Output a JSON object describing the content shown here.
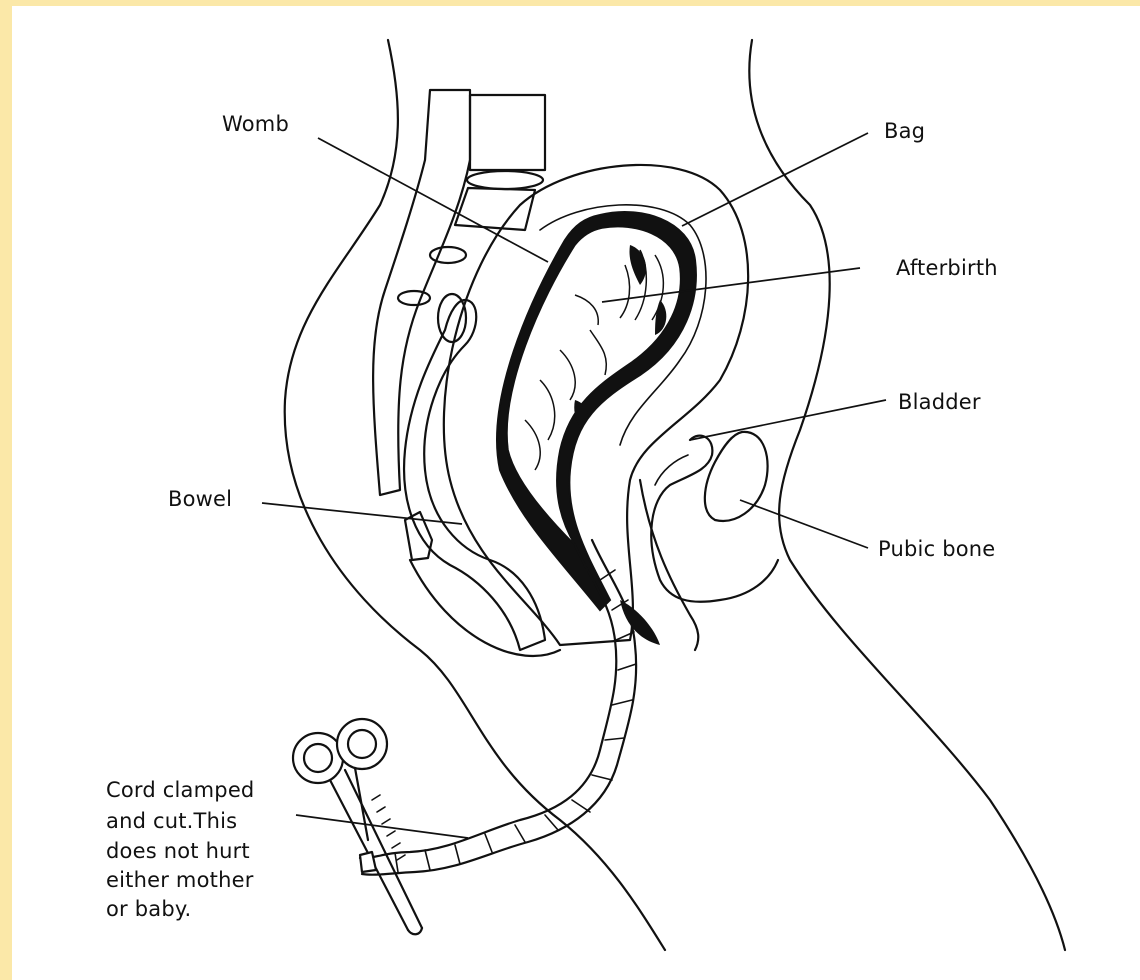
{
  "labels": {
    "womb": "Womb",
    "bag": "Bag",
    "afterbirth": "Afterbirth",
    "bladder": "Bladder",
    "bowel": "Bowel",
    "pubic_bone": "Pubic bone",
    "cord_line1": "Cord clamped",
    "cord_line2": "and cut.This",
    "cord_line3": "does not hurt",
    "cord_line4": "either mother",
    "cord_line5": "or baby."
  },
  "colors": {
    "border": "#fbe8a8",
    "ink": "#111111",
    "background": "#ffffff"
  }
}
